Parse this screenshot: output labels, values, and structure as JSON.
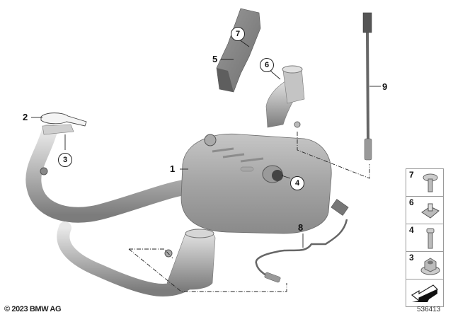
{
  "diagram": {
    "type": "parts-exploded-view",
    "subject": "Exhaust system: silencer, pipes, oxygen sensors",
    "callouts": [
      {
        "id": "1",
        "label": "1",
        "style": "plain",
        "part": "rear silencer"
      },
      {
        "id": "2",
        "label": "2",
        "style": "plain",
        "part": "gasket"
      },
      {
        "id": "3",
        "label": "3",
        "style": "circled",
        "part": "nut"
      },
      {
        "id": "4",
        "label": "4",
        "style": "circled",
        "part": "bolt"
      },
      {
        "id": "5",
        "label": "5",
        "style": "plain",
        "part": "heat shield"
      },
      {
        "id": "6",
        "label": "6",
        "style": "circled",
        "part": "clip nut"
      },
      {
        "id": "7",
        "label": "7",
        "style": "circled",
        "part": "screw"
      },
      {
        "id": "8",
        "label": "8",
        "style": "plain",
        "part": "oxygen sensor (post-cat)"
      },
      {
        "id": "9",
        "label": "9",
        "style": "plain",
        "part": "oxygen sensor"
      }
    ],
    "legend": [
      {
        "num": "7",
        "icon": "torx-screw-icon"
      },
      {
        "num": "6",
        "icon": "clip-nut-icon"
      },
      {
        "num": "4",
        "icon": "bolt-icon"
      },
      {
        "num": "3",
        "icon": "flange-nut-icon"
      },
      {
        "num": "",
        "icon": "direction-arrow-icon"
      }
    ]
  },
  "footer": {
    "copyright": "© 2023 BMW AG",
    "diagram_id": "536413"
  }
}
